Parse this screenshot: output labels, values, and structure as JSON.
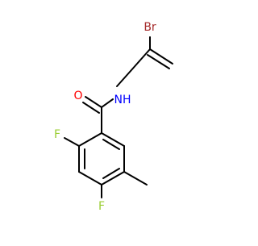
{
  "molecule": {
    "atoms": {
      "bromine": "Br",
      "nitrogen_hydrogen": "NH",
      "oxygen": "O",
      "fluorine_top": "F",
      "fluorine_bottom": "F"
    },
    "colors": {
      "bond": "#000000",
      "bromine": "#a52a2a",
      "nitrogen": "#0000ff",
      "oxygen": "#ff0000",
      "fluorine": "#9acd32"
    }
  }
}
